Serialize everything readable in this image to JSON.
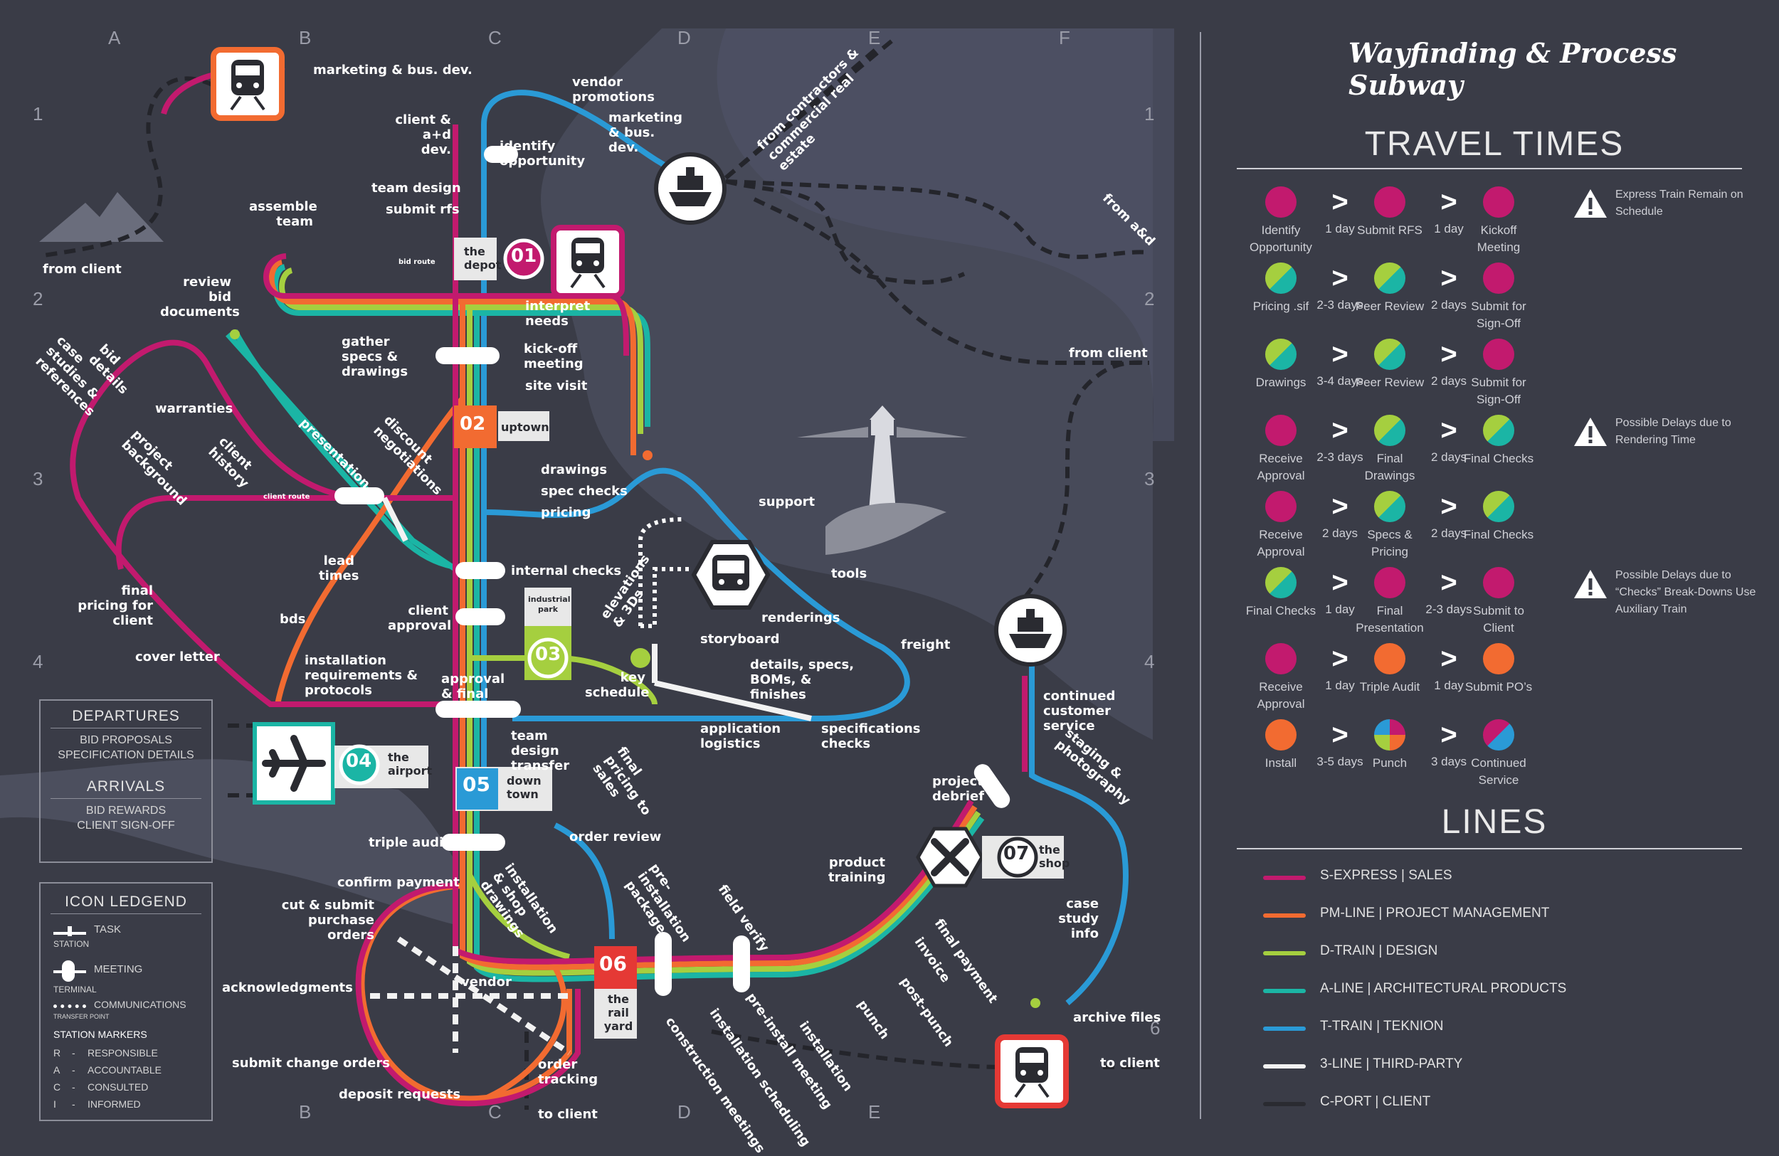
{
  "title": "Wayfinding & Process Subway",
  "grid": {
    "columns": [
      "A",
      "B",
      "C",
      "D",
      "E",
      "F"
    ],
    "rows": [
      "1",
      "2",
      "3",
      "4"
    ],
    "row_extra": "6"
  },
  "colors": {
    "background": "#3a3c47",
    "land": "#4a4d5c",
    "river": "#5b5e6e",
    "s_express": "#c21a6e",
    "pm_line": "#f26b31",
    "d_train": "#a5cf3f",
    "a_line": "#1bb5a5",
    "t_train": "#2a9ad6",
    "third_party": "#f2f2f2",
    "c_port": "#2a2b31"
  },
  "stations": {
    "depot_word": "the depot",
    "depot_num": "01",
    "uptown_num": "02",
    "uptown_word": "uptown",
    "industrial_park_word": "industrial park",
    "industrial_park_num": "03",
    "airport_num": "04",
    "airport_word": "the airport",
    "downtown_num": "05",
    "downtown_word": "down town",
    "railyard_num": "06",
    "railyard_word": "the rail yard",
    "shop_num": "07",
    "shop_word": "the shop"
  },
  "labels": {
    "marketing_bus_dev": "marketing & bus. dev.",
    "vendor_promotions": "vendor promotions",
    "marketing_bus_dev_2": "marketing & bus. dev.",
    "client_ad_dev": "client & a+d dev.",
    "identify_opportunity": "identify opportunity",
    "team_design": "team design",
    "submit_rfs": "submit rfs",
    "assemble_team": "assemble team",
    "from_client_left": "from client",
    "review_bid_documents": "review bid documents",
    "bid_route": "bid route",
    "interpret_needs": "interpret needs",
    "gather_specs": "gather specs & drawings",
    "kick_off": "kick-off meeting",
    "site_visit": "site visit",
    "bid_details": "bid details",
    "case_studies": "case studies & references",
    "warranties": "warranties",
    "project_background": "project background",
    "client_history": "client history",
    "presentation": "presentation",
    "discount_negotiations": "discount negotiations",
    "client_route": "client route",
    "drawings": "drawings",
    "spec_checks": "spec checks",
    "pricing": "pricing",
    "support": "support",
    "lead_times": "lead times",
    "internal_checks": "internal checks",
    "tools": "tools",
    "final_pricing_for_client": "final pricing for client",
    "client_approval": "client approval",
    "elevations": "elevations & 3Ds",
    "renderings": "renderings",
    "bds": "bds",
    "storyboard": "storyboard",
    "freight": "freight",
    "cover_letter": "cover letter",
    "installation_requirements": "installation requirements & protocols",
    "key_schedule": "key schedule",
    "details_specs": "details, specs, BOMs, & finishes",
    "approval_final_check": "approval & final check",
    "continued_customer_service": "continued customer service",
    "team_design_transfer": "team design transfer",
    "application_logistics": "application logistics",
    "specifications_checks": "specifications checks",
    "final_pricing_to_sales": "final pricing to sales",
    "staging_photography": "staging & photography",
    "project_debrief": "project debrief",
    "triple_audit": "triple audit",
    "order_review": "order review",
    "confirm_payment": "confirm payment",
    "installation_shop_drawings": "installation & shop drawings",
    "pre_installation_package": "pre-installation package",
    "field_verify": "field verify",
    "product_training": "product training",
    "final_payment": "final payment",
    "cut_submit": "cut & submit purchase orders",
    "case_study_info": "case study info",
    "invoice": "invoice",
    "acknowledgments": "acknowledgments",
    "vendor": "vendor",
    "post_punch": "post-punch",
    "punch": "punch",
    "installation": "installation",
    "pre_install_meeting": "pre-install meeting",
    "installation_scheduling": "installation scheduling",
    "construction_meetings": "construction meetings",
    "submit_change_orders": "submit change orders",
    "order_tracking": "order tracking",
    "deposit_requests": "deposit requests",
    "to_client_bottom": "to client",
    "to_client_right": "to client",
    "archive_files": "archive files",
    "from_contractors": "from contractors & commercial real estate",
    "from_ad": "from a&d",
    "from_client_right": "from client"
  },
  "departures_box": {
    "departures": "DEPARTURES",
    "departures_items": [
      "BID PROPOSALS",
      "SPECIFICATION DETAILS"
    ],
    "arrivals": "ARRIVALS",
    "arrivals_items": [
      "BID REWARDS",
      "CLIENT SIGN-OFF"
    ]
  },
  "icon_legend": {
    "title": "ICON LEDGEND",
    "task": "TASK",
    "station": "STATION",
    "meeting": "MEETING",
    "terminal": "TERMINAL",
    "communications": "COMMUNICATIONS",
    "transfer_point": "TRANSFER POINT",
    "station_markers": "STATION MARKERS",
    "markers": [
      {
        "letter": "R",
        "name": "RESPONSIBLE"
      },
      {
        "letter": "A",
        "name": "ACCOUNTABLE"
      },
      {
        "letter": "C",
        "name": "CONSULTED"
      },
      {
        "letter": "I",
        "name": "INFORMED"
      }
    ]
  },
  "panel": {
    "title": "Wayfinding & Process Subway",
    "travel_times_heading": "TRAVEL TIMES",
    "lines_heading": "LINES",
    "travel_rows": [
      {
        "from": "Identify Opportunity",
        "from_color": [
          "#c21a6e"
        ],
        "t1": "1 day",
        "mid": "Submit RFS",
        "mid_color": [
          "#c21a6e"
        ],
        "t2": "1 day",
        "to": "Kickoff Meeting",
        "to_color": [
          "#c21a6e"
        ],
        "note": "Express Train Remain on Schedule"
      },
      {
        "from": "Pricing .sif",
        "from_color": [
          "#a5cf3f",
          "#1bb5a5"
        ],
        "t1": "2-3 days",
        "mid": "Peer Review",
        "mid_color": [
          "#a5cf3f",
          "#1bb5a5"
        ],
        "t2": "2 days",
        "to": "Submit for Sign-Off",
        "to_color": [
          "#c21a6e"
        ],
        "note": ""
      },
      {
        "from": "Drawings",
        "from_color": [
          "#a5cf3f",
          "#1bb5a5"
        ],
        "t1": "3-4 days",
        "mid": "Peer Review",
        "mid_color": [
          "#a5cf3f",
          "#1bb5a5"
        ],
        "t2": "2 days",
        "to": "Submit for Sign-Off",
        "to_color": [
          "#c21a6e"
        ],
        "note": ""
      },
      {
        "from": "Receive Approval",
        "from_color": [
          "#c21a6e"
        ],
        "t1": "2-3 days",
        "mid": "Final Drawings",
        "mid_color": [
          "#a5cf3f",
          "#1bb5a5"
        ],
        "t2": "2 days",
        "to": "Final Checks",
        "to_color": [
          "#a5cf3f",
          "#1bb5a5"
        ],
        "note": "Possible Delays due to Rendering Time"
      },
      {
        "from": "Receive Approval",
        "from_color": [
          "#c21a6e"
        ],
        "t1": "2 days",
        "mid": "Specs & Pricing",
        "mid_color": [
          "#a5cf3f",
          "#1bb5a5"
        ],
        "t2": "2 days",
        "to": "Final Checks",
        "to_color": [
          "#a5cf3f",
          "#1bb5a5"
        ],
        "note": ""
      },
      {
        "from": "Final Checks",
        "from_color": [
          "#a5cf3f",
          "#1bb5a5"
        ],
        "t1": "1 day",
        "mid": "Final Presentation",
        "mid_color": [
          "#c21a6e"
        ],
        "t2": "2-3 days",
        "to": "Submit to Client",
        "to_color": [
          "#c21a6e"
        ],
        "note": "Possible Delays due to “Checks” Break-Downs Use Auxiliary Train"
      },
      {
        "from": "Receive Approval",
        "from_color": [
          "#c21a6e"
        ],
        "t1": "1 day",
        "mid": "Triple Audit",
        "mid_color": [
          "#f26b31"
        ],
        "t2": "1 day",
        "to": "Submit PO’s",
        "to_color": [
          "#f26b31"
        ],
        "note": ""
      },
      {
        "from": "Install",
        "from_color": [
          "#f26b31"
        ],
        "t1": "3-5 days",
        "mid": "Punch",
        "mid_color": [
          "#c21a6e",
          "#f26b31",
          "#a5cf3f",
          "#2a9ad6"
        ],
        "t2": "3 days",
        "to": "Continued Service",
        "to_color": [
          "#c21a6e",
          "#2a9ad6"
        ],
        "note": ""
      }
    ],
    "lines": [
      {
        "name": "S-EXPRESS | SALES",
        "color": "#c21a6e"
      },
      {
        "name": "PM-LINE | PROJECT MANAGEMENT",
        "color": "#f26b31"
      },
      {
        "name": "D-TRAIN | DESIGN",
        "color": "#a5cf3f"
      },
      {
        "name": "A-LINE | ARCHITECTURAL PRODUCTS",
        "color": "#1bb5a5"
      },
      {
        "name": "T-TRAIN | TEKNION",
        "color": "#2a9ad6"
      },
      {
        "name": "3-LINE | THIRD-PARTY",
        "color": "#f2f2f2"
      },
      {
        "name": "C-PORT | CLIENT",
        "color": "#2a2b31"
      }
    ]
  }
}
